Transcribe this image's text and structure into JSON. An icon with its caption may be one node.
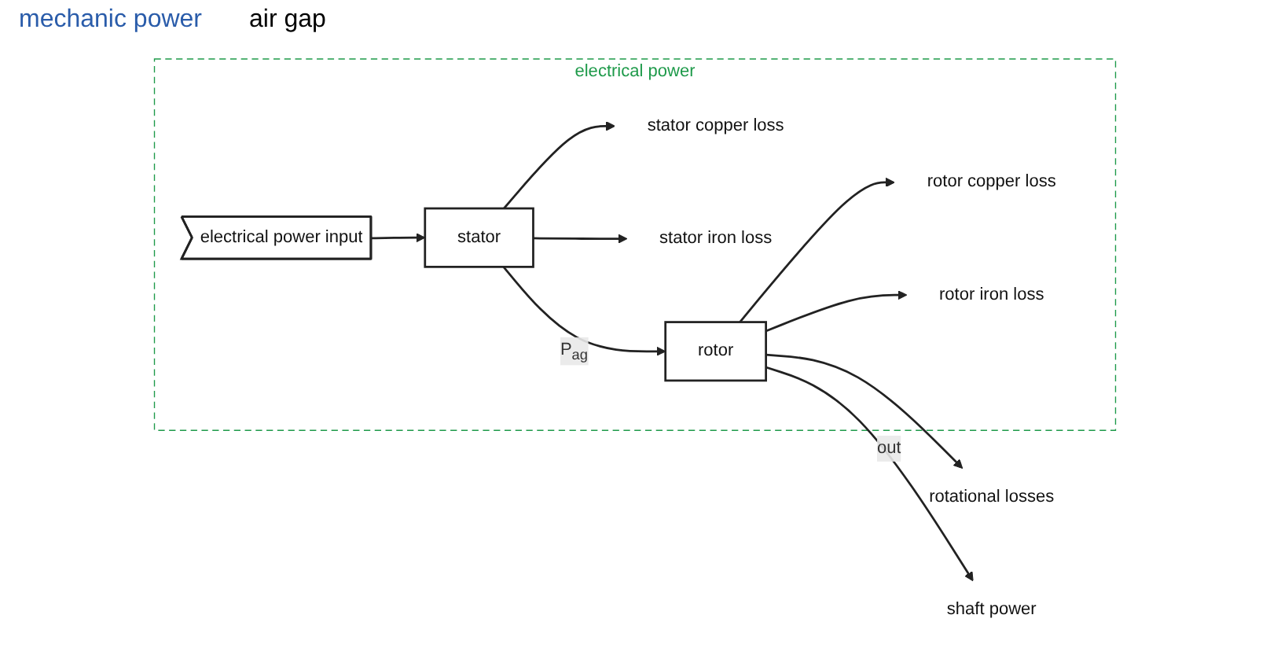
{
  "diagram": {
    "nodes": [
      {
        "text": [
          "electrical power"
        ]
      },
      {
        "text": [
          "electrical power input"
        ],
        "in": 0
      },
      {
        "text": [
          "stator"
        ],
        "in": 0
      },
      {
        "text": [
          "stator copper loss"
        ],
        "in": 0
      },
      {
        "text": [
          "stator iron loss"
        ],
        "in": 0
      },
      {
        "text": [
          "rotor"
        ],
        "in": 0
      },
      {
        "text": [
          "rotor copper loss"
        ],
        "in": 0
      },
      {
        "text": [
          "rotor iron loss"
        ],
        "in": 0
      },
      {
        "text": [
          "rotational losses"
        ]
      },
      {
        "text": [
          "shaft power"
        ]
      }
    ],
    "edges": [
      {
        "from": 1,
        "to": 2,
        "arrow": "to"
      },
      {
        "from": 2,
        "to": 3,
        "arrow": "to"
      },
      {
        "from": 2,
        "to": 4,
        "arrow": "to"
      },
      {
        "from": 2,
        "to": 5,
        "label": "P$_{ag}$",
        "arrow": "to"
      },
      {
        "from": 5,
        "to": 6,
        "arrow": "to"
      },
      {
        "from": 5,
        "to": 7,
        "arrow": "to"
      },
      {
        "from": 5,
        "to": 8,
        "arrow": "to"
      },
      {
        "from": 5,
        "to": 9,
        "label": "out",
        "arrow": "to"
      }
    ],
    "labels": [
      "mechanic power",
      "air gap"
    ]
  }
}
